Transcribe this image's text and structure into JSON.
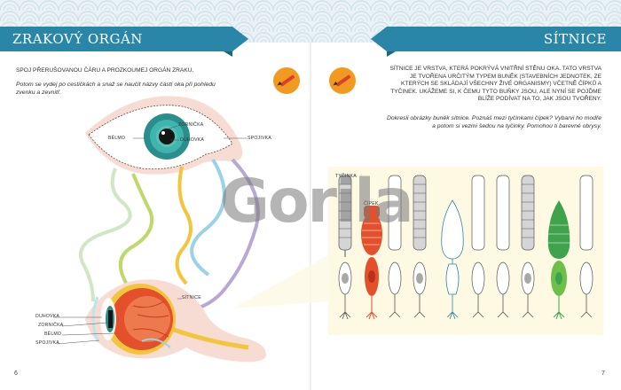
{
  "left": {
    "title": "Zrakový orgán",
    "instruction1": "Spoj přerušovanou čáru a prozkoumej orgán zraku.",
    "instruction2": "Potom se vydej po cestičkách a snaž se naučit názvy částí oka při pohledu zvenku a zevnitř.",
    "labels_outer": {
      "belmo": "bělmo",
      "zornicka": "zornička",
      "duhovka": "duhovka",
      "spojivka": "spojivka"
    },
    "labels_inner": {
      "sitnice": "sítnice",
      "duhovka": "duhovka",
      "zornicka": "zornička",
      "belmo": "bělmo",
      "spojivka": "spojivka"
    },
    "page_number": "6"
  },
  "right": {
    "title": "Sítnice",
    "paragraph1": "Sítnice je vrstva, která pokrývá vnitřní stěnu oka. Tato vrstva je tvořena určitým typem buněk (stavebních jednotek, ze kterých se skládají všechny živé organismy) včetně čípků a tyčinek. Ukážeme si, k čemu tyto buňky jsou, ale nyní se pojďme blíže podívat na to, jak jsou tvořeny.",
    "paragraph2": "Dokresli obrázky buněk sítnice. Poznáš mezi tyčinkami čípek? Vybarvi ho modře a potom si vezmi šedou na tyčinky. Pomohou ti barevné obrysy.",
    "label_tycinka": "tyčinka",
    "label_cipek": "čípek",
    "page_number": "7"
  },
  "watermark": "Gorila",
  "colors": {
    "banner": "#2a86a8",
    "iris": "#2fa8a0",
    "eyeball": "#e3502b",
    "pencil_circle": "#f29a1f",
    "cell_box": "#fdf9e3",
    "path_green": "#bcd96a",
    "path_yellow": "#f2c53d",
    "path_blue": "#9ad2e6",
    "path_purple": "#b9a7d6"
  },
  "icons": [
    "pencil-icon",
    "pencil-icon"
  ]
}
